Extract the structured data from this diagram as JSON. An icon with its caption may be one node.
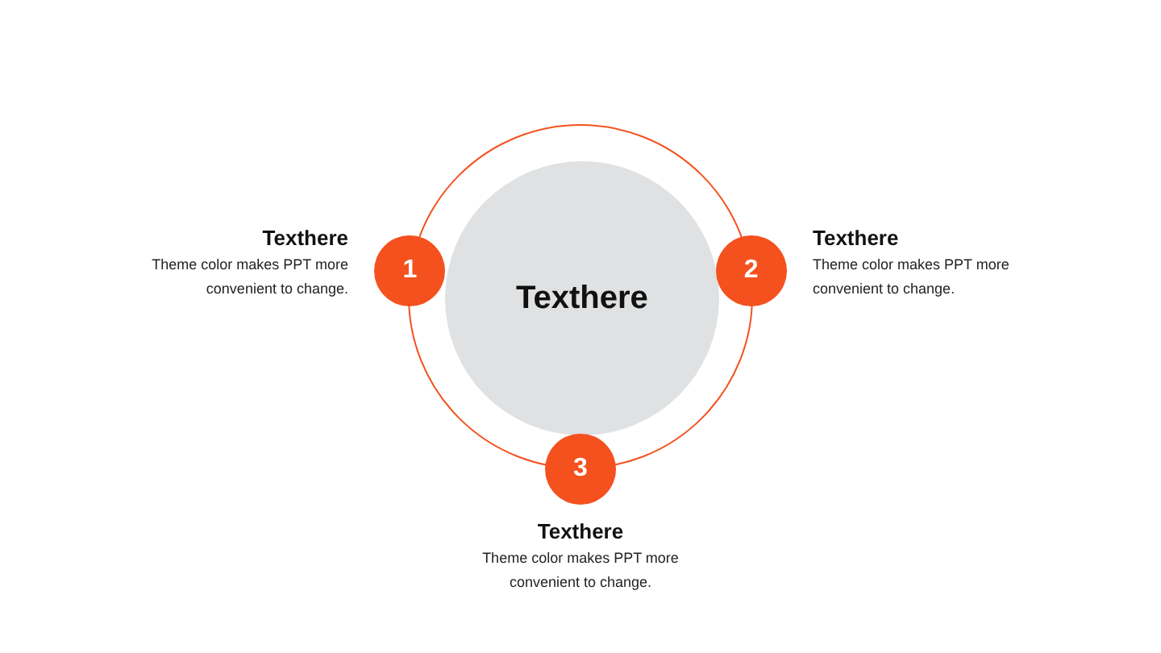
{
  "diagram": {
    "nodes": [
      {
        "text": [],
        "shape": "circle"
      },
      {
        "text": [
          "Texthere"
        ],
        "in": 0
      },
      {
        "text": [
          "1"
        ],
        "beside": [
          "Texthere",
          "Theme color makes PPT more convenient to change."
        ]
      },
      {
        "text": [
          "2"
        ],
        "beside": [
          "Texthere",
          "Theme color makes PPT more convenient to change."
        ]
      },
      {
        "text": [
          "3"
        ],
        "beside": [
          "Texthere",
          "Theme color makes PPT more convenient to change."
        ]
      }
    ]
  }
}
